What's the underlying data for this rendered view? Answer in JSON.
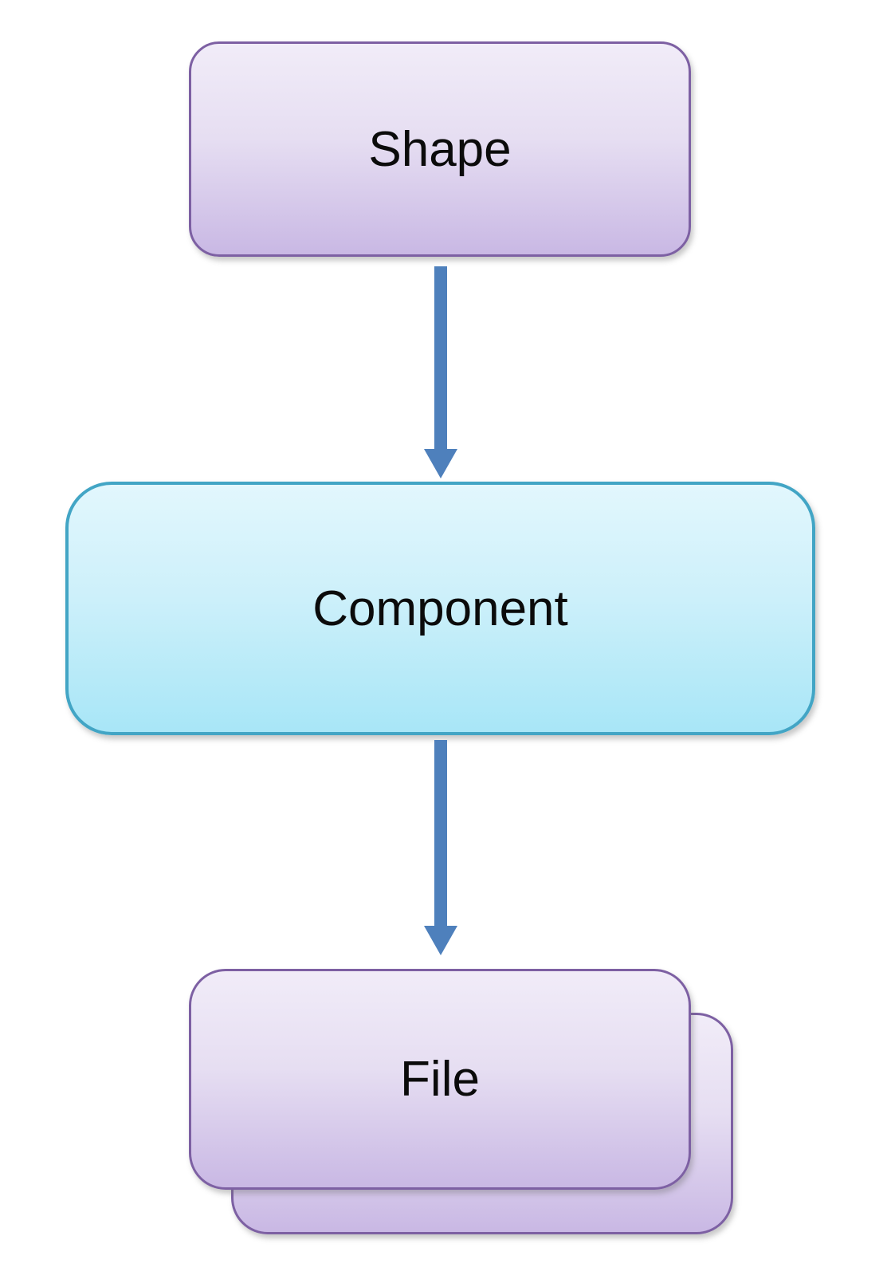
{
  "diagram": {
    "type": "flowchart-vertical",
    "nodes": [
      {
        "id": "shape",
        "label": "Shape",
        "style": "purple-rounded-rect",
        "stacked": false
      },
      {
        "id": "component",
        "label": "Component",
        "style": "cyan-rounded-rect",
        "stacked": false
      },
      {
        "id": "file",
        "label": "File",
        "style": "purple-rounded-rect",
        "stacked": true
      }
    ],
    "edges": [
      {
        "from": "shape",
        "to": "component",
        "type": "arrow-down"
      },
      {
        "from": "component",
        "to": "file",
        "type": "arrow-down"
      }
    ]
  },
  "colors": {
    "background": "#ffffff",
    "text": "#0b0b0b",
    "purple_border": "#7d60a3",
    "purple_fill_top": "#f1ecf8",
    "purple_fill_bottom": "#c9b8e4",
    "cyan_border": "#42a5c5",
    "cyan_fill_top": "#e2f7fd",
    "cyan_fill_bottom": "#a8e6f7",
    "arrow": "#4e80bc"
  }
}
